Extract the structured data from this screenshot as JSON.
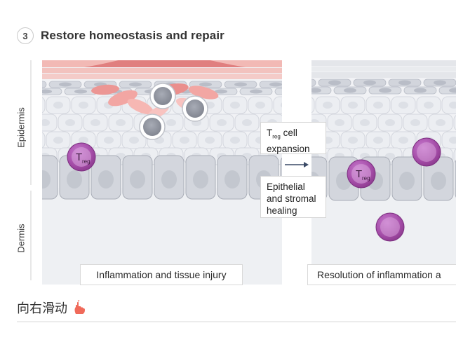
{
  "header": {
    "step_number": "3",
    "title": "Restore homeostasis and repair"
  },
  "axis": {
    "epidermis": "Epidermis",
    "dermis": "Dermis"
  },
  "callouts": {
    "treg_expansion": {
      "t": "T",
      "sub": "reg",
      "rest": " cell",
      "line2": "expansion"
    },
    "healing": {
      "line1": "Epithelial",
      "line2": "and stromal",
      "line3": "healing"
    }
  },
  "captions": {
    "left": "Inflammation and tissue injury",
    "right": "Resolution of inflammation a"
  },
  "cell_labels": {
    "t": "T",
    "sub": "reg"
  },
  "footer": {
    "swipe_text": "向右滑动"
  },
  "colors": {
    "treg_purple": "#a64ca6",
    "inflamed_red": "#e17f7f",
    "keratinocyte": "#e6e8ee",
    "basal": "#d2d5dc"
  }
}
